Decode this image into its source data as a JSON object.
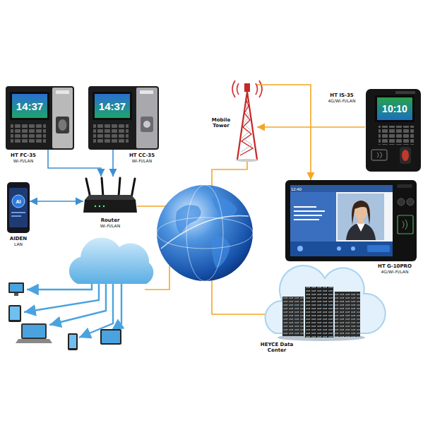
{
  "diagram": {
    "nodes": [
      {
        "text": [
          "HT FC-35",
          "Wi-Fi/LAN"
        ]
      },
      {
        "text": [
          "HT CC-35",
          "Wi-Fi/LAN"
        ]
      },
      {
        "text": [
          "AIDEN",
          "LAN"
        ]
      },
      {
        "text": [
          "Router",
          "Wi-Fi/LAN"
        ]
      },
      {
        "text": [
          "Mobile Tower"
        ]
      },
      {
        "text": [
          "HT IS-35",
          "4G/Wi-Fi/LAN"
        ]
      },
      {
        "text": [
          "HT G-10PRO",
          "4G/Wi-Fi/LAN"
        ]
      },
      {
        "text": [
          "HEYCE Data Center"
        ]
      }
    ],
    "edges": [
      {
        "from": 0,
        "to": 3,
        "arrow": "to"
      },
      {
        "from": 1,
        "to": 3,
        "arrow": "to"
      },
      {
        "from": 2,
        "to": 3,
        "arrow": "both"
      },
      {
        "from": 5,
        "to": 4,
        "arrow": "to"
      },
      {
        "from": 4,
        "to": 6,
        "arrow": "to"
      }
    ],
    "labels": [
      "14:37",
      "14:37",
      "AI",
      "10:10",
      "12:40"
    ]
  }
}
